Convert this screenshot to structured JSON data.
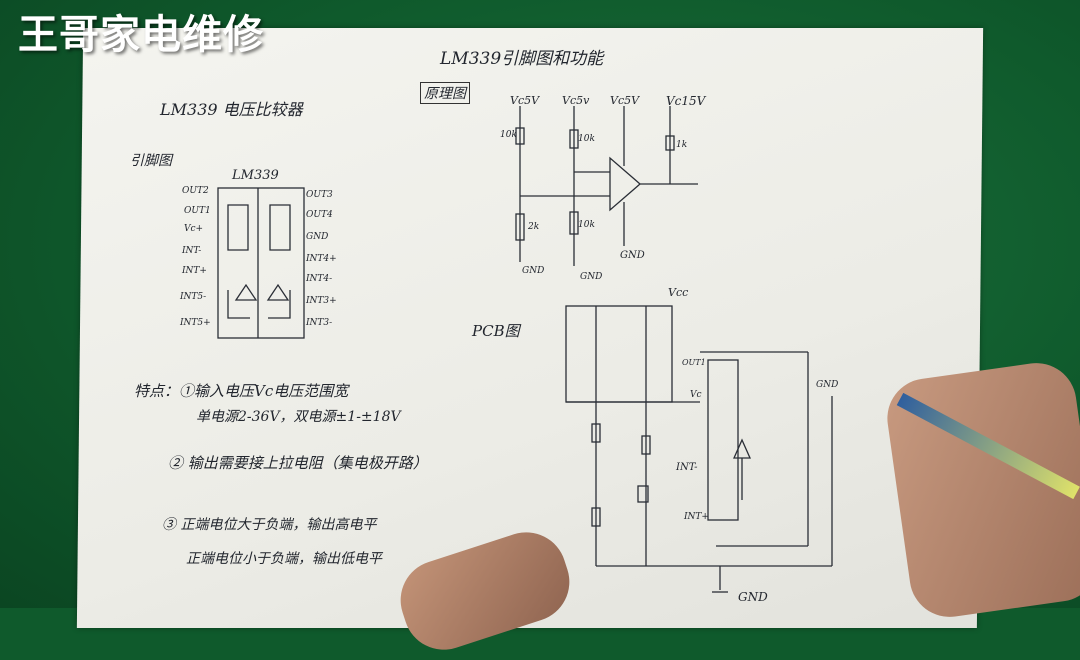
{
  "overlay_title": "王哥家电维修",
  "paper": {
    "heading": "LM339引脚图和功能",
    "left_title": "LM339 电压比较器",
    "pinout_label": "引脚图",
    "chip_name": "LM339",
    "schematic_label": "原理图",
    "pcb_label": "PCB图",
    "left_pins": [
      "OUT2",
      "OUT1",
      "Vc+",
      "INT-",
      "INT+",
      "INT5-",
      "INT5+"
    ],
    "right_pins": [
      "OUT3",
      "OUT4",
      "GND",
      "INT4+",
      "INT4-",
      "INT3+",
      "INT3-"
    ],
    "notes": [
      "特点：①输入电压Vc电压范围宽",
      "单电源2-36V，双电源±1-±18V",
      "② 输出需要接上拉电阻（集电极开路）",
      "③ 正端电位大于负端，输出高电平",
      "正端电位小于负端，输出低电平"
    ],
    "schematic_labels": {
      "v1": "Vc5V",
      "v2": "Vc5v",
      "v3": "Vc5V",
      "v4": "Vc15V",
      "r1": "10k",
      "r2": "10k",
      "r3": "10k",
      "r4": "2k",
      "r5": "1k",
      "gnd1": "GND",
      "gnd2": "GND",
      "gnd3": "GND"
    },
    "pcb_labels": {
      "vcc": "Vcc",
      "gnd_top": "GND",
      "vcc_pin": "Vc",
      "int_minus": "INT-",
      "int_plus": "INT+",
      "gnd_bottom": "GND",
      "out": "OUT1"
    }
  }
}
